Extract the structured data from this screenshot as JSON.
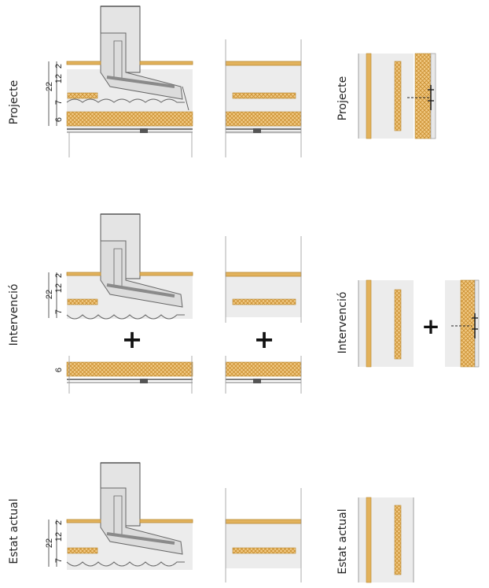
{
  "labels": {
    "projecte": "Projecte",
    "intervencio": "Intervenció",
    "estat_actual": "Estat actual"
  },
  "dimensions": {
    "d2": "2",
    "d12": "12",
    "d22": "22",
    "d7": "7",
    "d6": "6"
  },
  "symbols": {
    "plus": "+"
  },
  "colors": {
    "concrete": "#e8e8e8",
    "wood": "#e2b25c",
    "wood_dark": "#b98a32",
    "insulation": "#f1c983",
    "line": "#555555",
    "steel": "#9a9a9a"
  }
}
